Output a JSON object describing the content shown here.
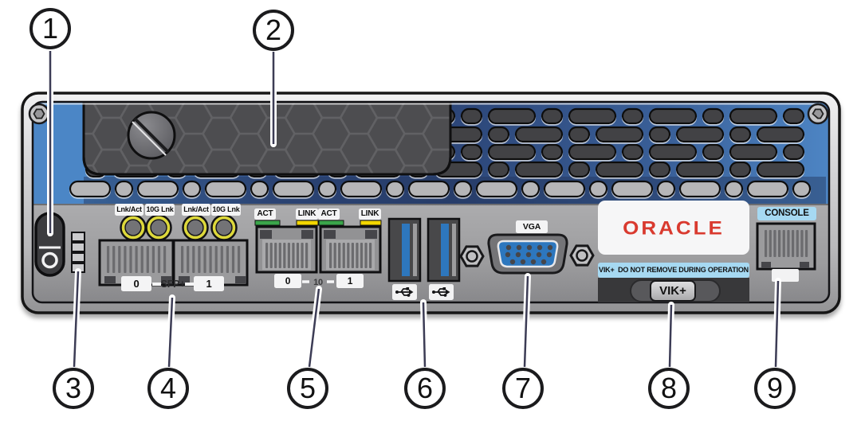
{
  "callouts": [
    "1",
    "2",
    "3",
    "4",
    "5",
    "6",
    "7",
    "8",
    "9"
  ],
  "labels": {
    "sfp_leds": [
      "Lnk/Act",
      "10G Lnk",
      "Lnk/Act",
      "10G Lnk"
    ],
    "eth_leds": [
      "ACT",
      "LINK",
      "ACT",
      "LINK"
    ],
    "sfp_ports": {
      "port0": "0",
      "group": "SFP+",
      "port1": "1"
    },
    "eth_ports": {
      "port0": "0",
      "group": "10",
      "port1": "1"
    },
    "vga": "VGA",
    "oracle": "ORACLE",
    "vik_warning": "VIK+  DO NOT REMOVE DURING OPERATION",
    "vik_handle": "VIK+",
    "console": "CONSOLE"
  },
  "colors": {
    "chassis_blue_light": "#4b86c6",
    "chassis_blue_dark": "#2c4577",
    "panel_grey": "#9e9ea0",
    "vent_dark": "#434345",
    "label_tag_blue": "#a6d9f2",
    "oracle_red": "#d93a2f",
    "act_green": "#3aa54a",
    "link_yellow": "#f2d600",
    "sfp_led_ring_yellow": "#ddd83a",
    "usb_blue": "#2e77bd",
    "vga_blue": "#2d77be",
    "leader_line": "#3c3c55"
  }
}
